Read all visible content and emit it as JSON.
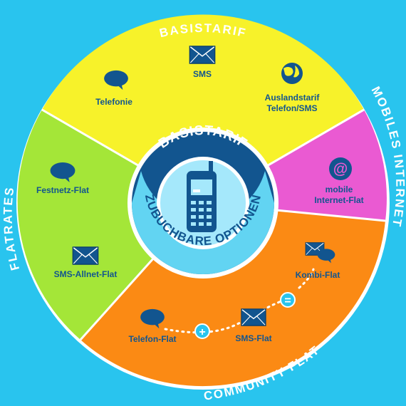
{
  "segments": {
    "basistarif": {
      "label": "BASISTARIF",
      "items": {
        "telefonie": "Telefonie",
        "sms": "SMS",
        "ausland_1": "Auslandstarif",
        "ausland_2": "Telefon/SMS"
      }
    },
    "mobiles_internet": {
      "label": "MOBILES INTERNET",
      "items": {
        "mobile_1": "mobile",
        "mobile_2": "Internet-Flat"
      }
    },
    "community_flat": {
      "label": "COMMUNITY FLAT",
      "items": {
        "telefon_flat": "Telefon-Flat",
        "plus": "+",
        "sms_flat": "SMS-Flat",
        "equals": "=",
        "kombi_flat": "Kombi-Flat"
      }
    },
    "flatrates": {
      "label": "FLATRATES",
      "items": {
        "festnetz": "Festnetz-Flat",
        "sms_allnet": "SMS-Allnet-Flat"
      }
    }
  },
  "center": {
    "top_label": "BASISTARIF",
    "bottom_label": "ZUBUCHBARE OPTIONEN"
  },
  "colors": {
    "background": "#29c4ee",
    "basistarif": "#f7f22a",
    "flatrates": "#a4e638",
    "mobiles_internet": "#ea5ad2",
    "community_flat": "#fb8a14",
    "dark_blue": "#12558f",
    "ring": "#62d4f2"
  },
  "icons": [
    "speech-bubble-icon",
    "envelope-icon",
    "globe-icon",
    "at-sign-icon",
    "mobile-phone-icon"
  ]
}
